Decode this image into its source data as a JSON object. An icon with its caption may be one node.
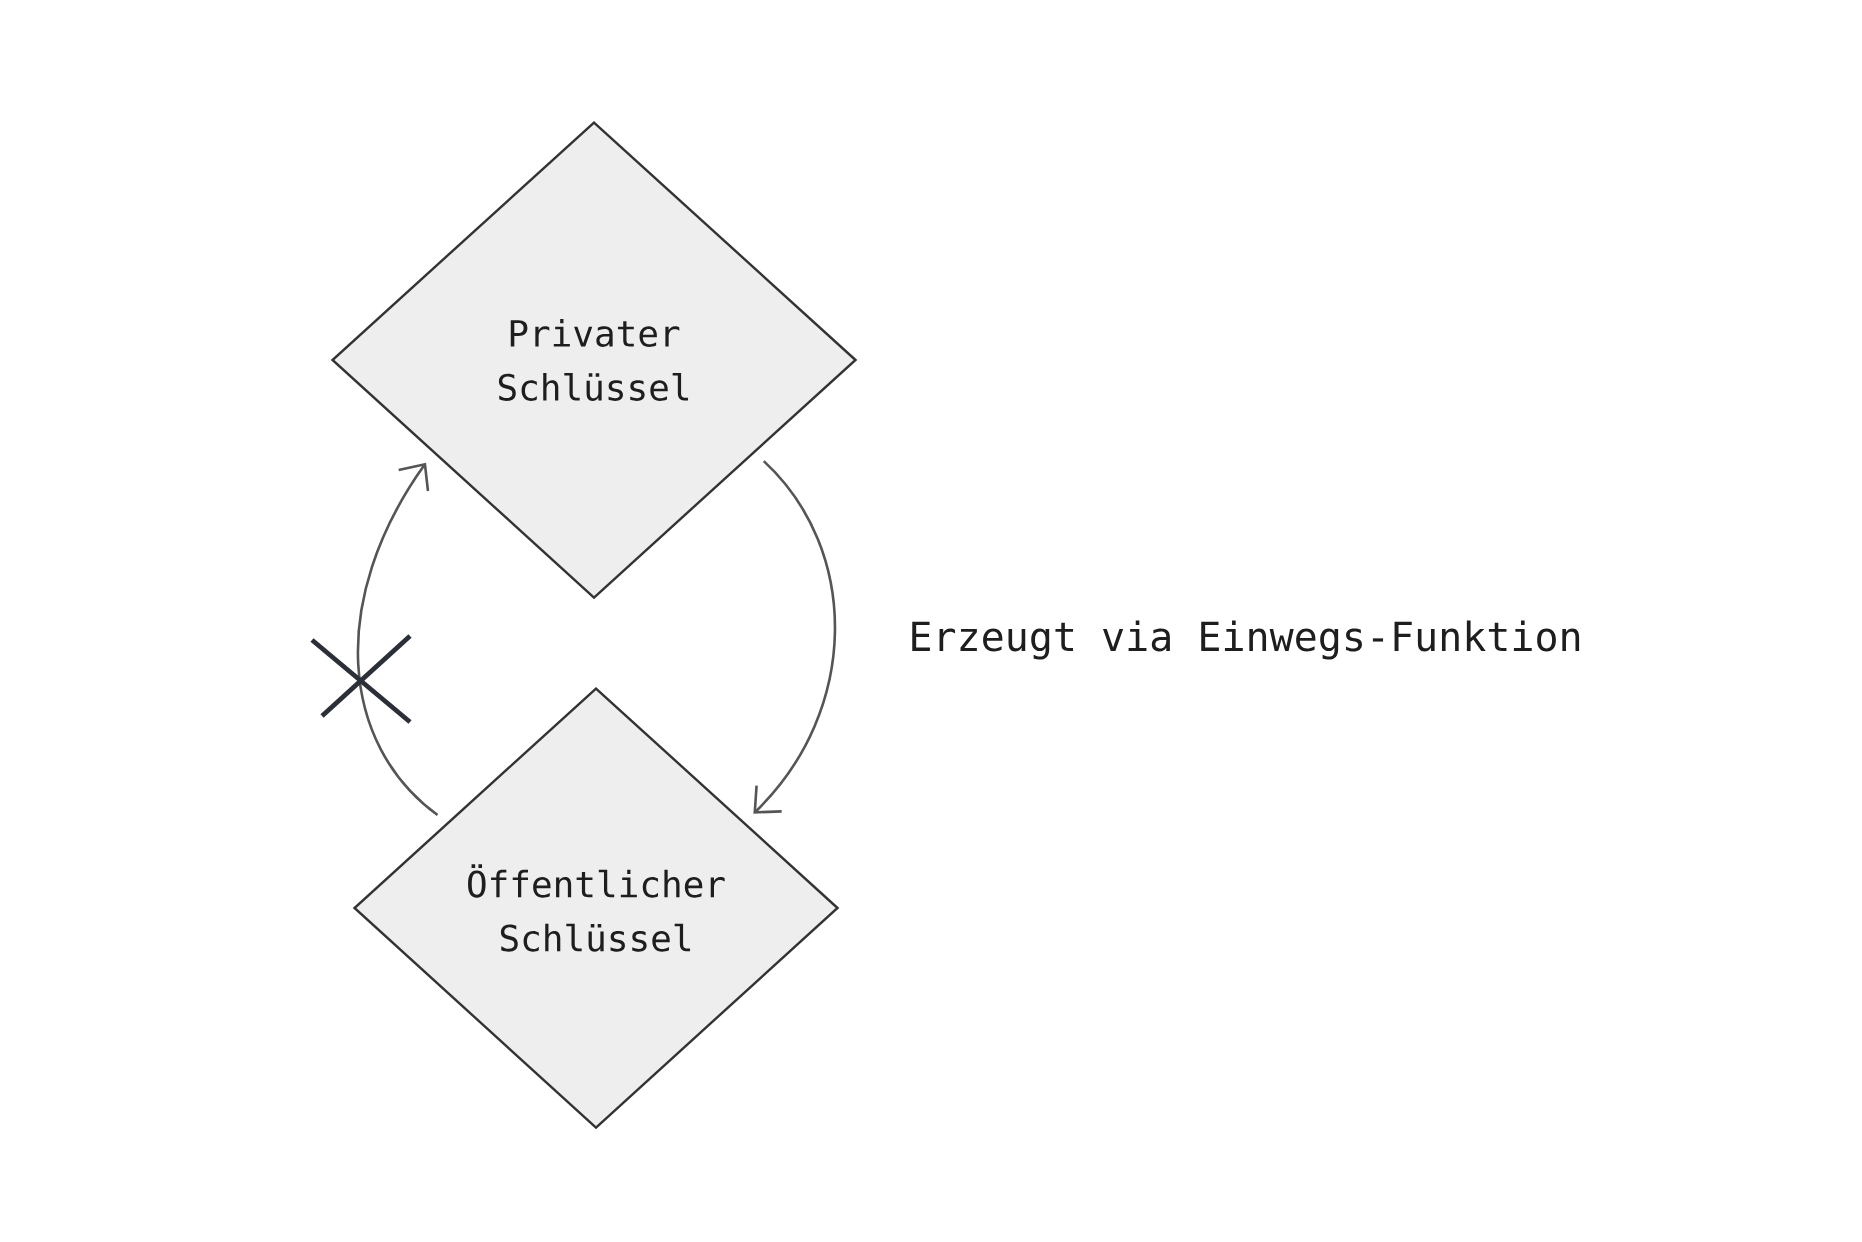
{
  "diagram": {
    "nodes": [
      {
        "text": [
          "Privater Schlüssel"
        ]
      },
      {
        "text": [
          "Öffentlicher Schlüssel"
        ]
      }
    ],
    "edges": [
      {
        "from": 0,
        "to": 1,
        "arrow": "to",
        "label": "Erzeugt via Einwegs-Funktion"
      },
      {
        "from": 1,
        "to": 0,
        "arrow": "to"
      }
    ]
  }
}
